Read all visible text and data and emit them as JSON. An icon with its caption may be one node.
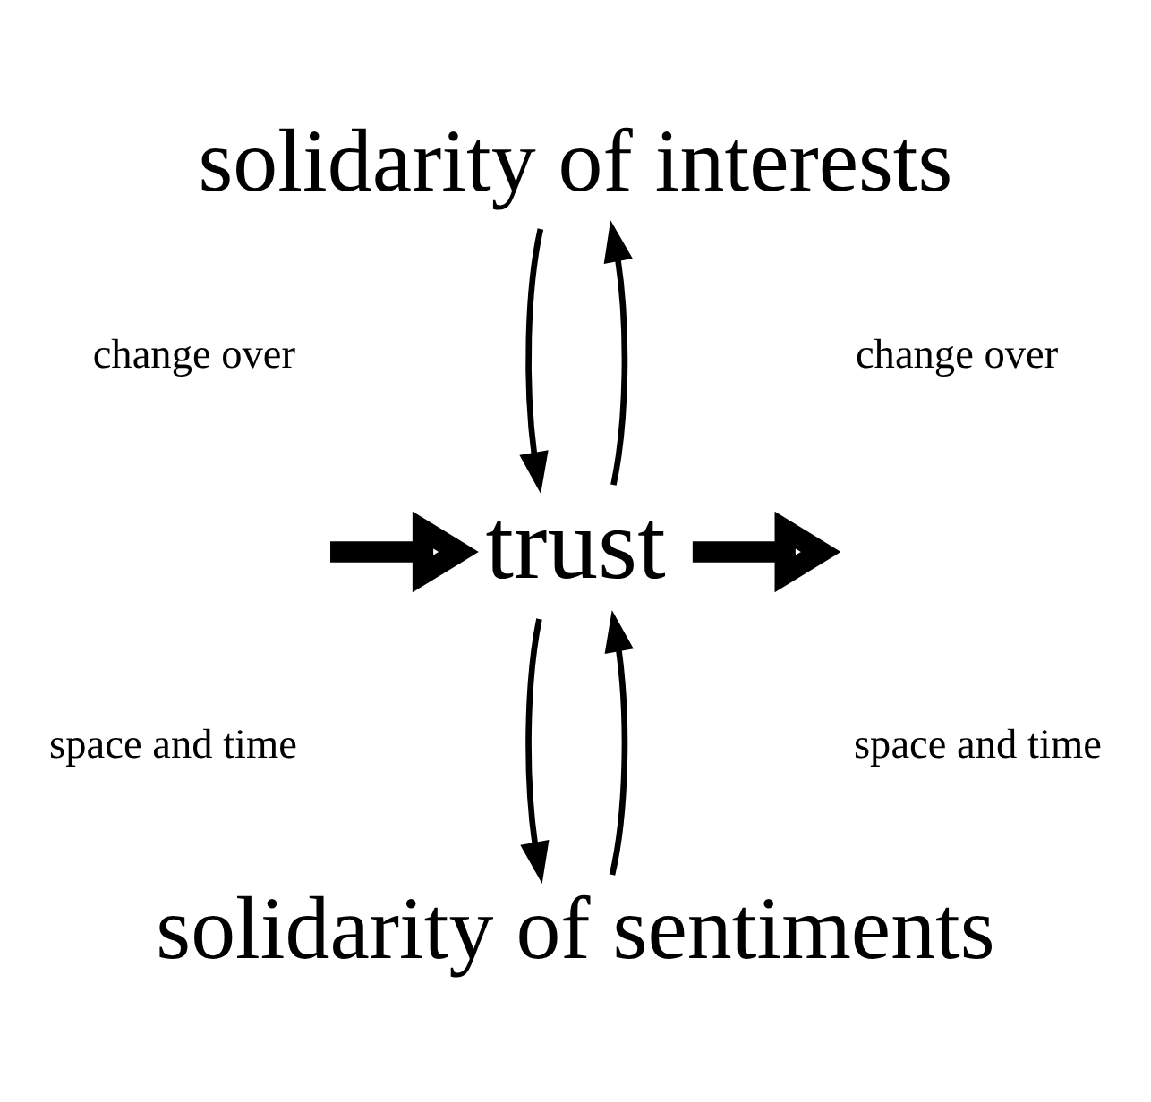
{
  "diagram": {
    "nodes": [
      {
        "text": [
          "solidarity of interests"
        ]
      },
      {
        "text": [
          "trust"
        ]
      },
      {
        "text": [
          "solidarity of sentiments"
        ]
      }
    ],
    "edges": [
      {
        "from": 1,
        "to": 0,
        "arrow": "to"
      },
      {
        "from": 0,
        "to": 1,
        "arrow": "to"
      },
      {
        "from": 1,
        "to": 2,
        "arrow": "to"
      },
      {
        "from": 2,
        "to": 1,
        "arrow": "to"
      },
      {
        "from": null,
        "to": 1,
        "arrow": "to",
        "style": "thick"
      },
      {
        "from": 1,
        "to": null,
        "arrow": "to",
        "style": "thick"
      }
    ],
    "labels": [
      "change over",
      "change over",
      "space and time",
      "space and time"
    ]
  }
}
